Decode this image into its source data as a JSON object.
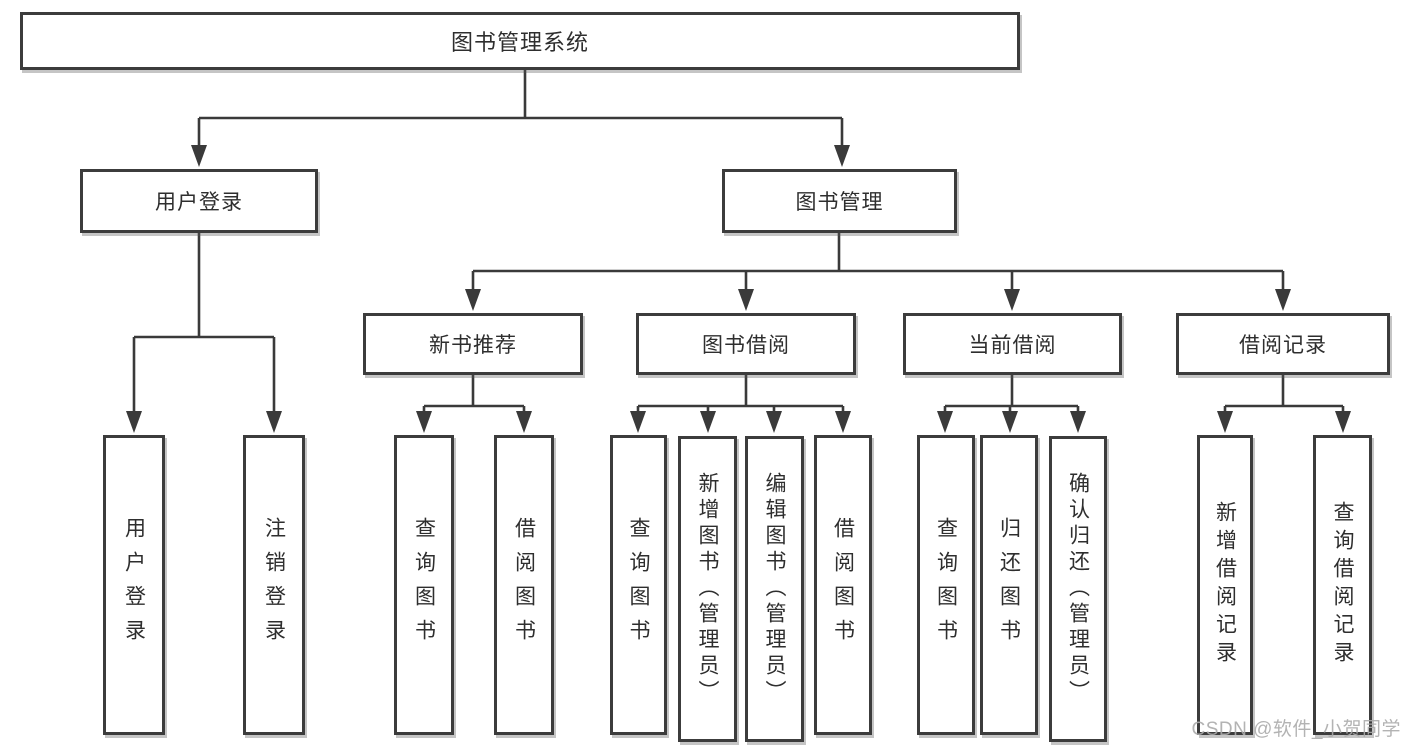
{
  "diagram": {
    "tree": {
      "root": "图书管理系统",
      "branches": [
        {
          "label": "用户登录",
          "children": [
            {
              "label": "用户登录"
            },
            {
              "label": "注销登录"
            }
          ]
        },
        {
          "label": "图书管理",
          "children": [
            {
              "label": "新书推荐",
              "children": [
                {
                  "label": "查询图书"
                },
                {
                  "label": "借阅图书"
                }
              ]
            },
            {
              "label": "图书借阅",
              "children": [
                {
                  "label": "查询图书"
                },
                {
                  "label": "新增图书（管理员）"
                },
                {
                  "label": "编辑图书（管理员）"
                },
                {
                  "label": "借阅图书"
                }
              ]
            },
            {
              "label": "当前借阅",
              "children": [
                {
                  "label": "查询图书"
                },
                {
                  "label": "归还图书"
                },
                {
                  "label": "确认归还（管理员）"
                }
              ]
            },
            {
              "label": "借阅记录",
              "children": [
                {
                  "label": "新增借阅记录"
                },
                {
                  "label": "查询借阅记录"
                }
              ]
            }
          ]
        }
      ]
    },
    "colors": {
      "line": "#3a3a3a",
      "box_border": "#3c3c3c",
      "text": "#2e2e2e",
      "watermark": "#ababab"
    }
  },
  "watermark": "CSDN @软件_小贺同学"
}
